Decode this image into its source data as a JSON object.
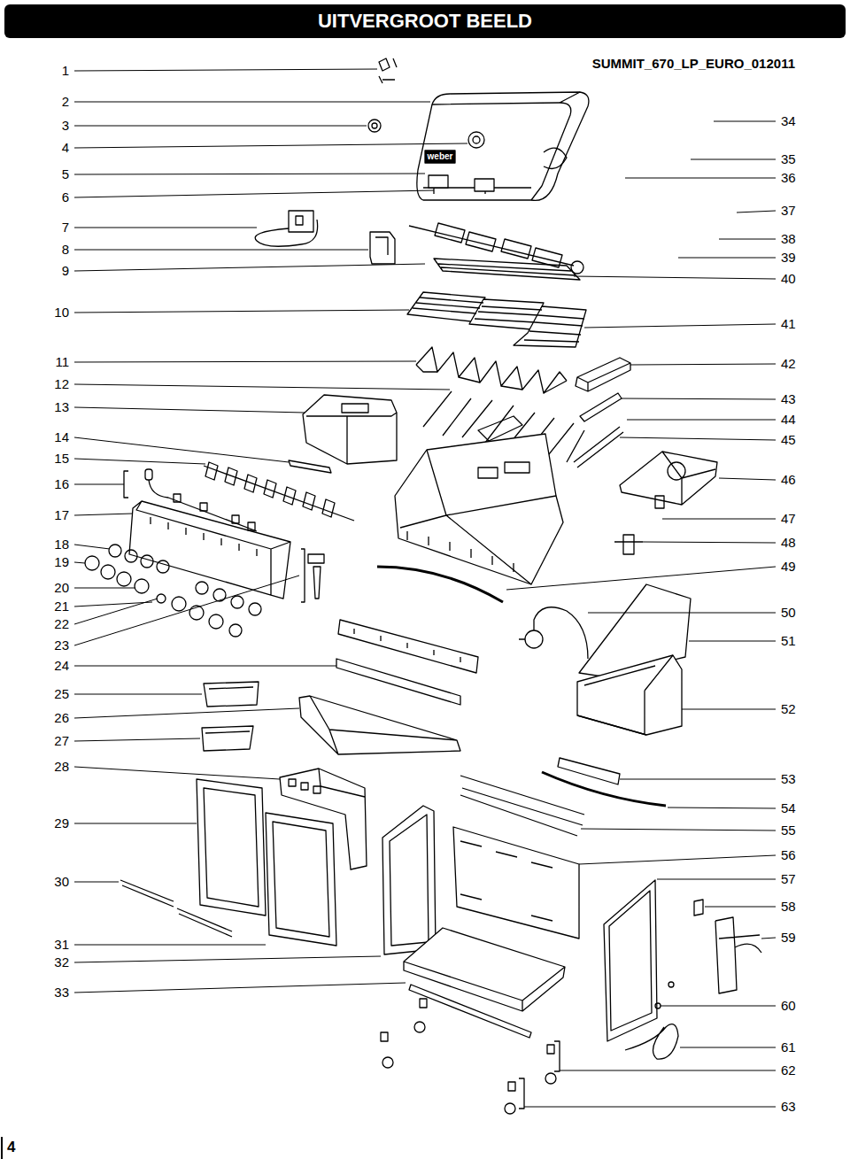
{
  "diagram": {
    "title": "UITVERGROOT BEELD",
    "labels": [
      "SUMMIT_670_LP_EURO_012011",
      "1",
      "2",
      "3",
      "4",
      "5",
      "6",
      "7",
      "8",
      "9",
      "10",
      "11",
      "12",
      "13",
      "14",
      "15",
      "16",
      "17",
      "18",
      "19",
      "20",
      "21",
      "22",
      "23",
      "24",
      "25",
      "26",
      "27",
      "28",
      "29",
      "30",
      "31",
      "32",
      "33",
      "34",
      "35",
      "36",
      "37",
      "38",
      "39",
      "40",
      "41",
      "42",
      "43",
      "44",
      "45",
      "46",
      "47",
      "48",
      "49",
      "50",
      "51",
      "52",
      "53",
      "54",
      "55",
      "56",
      "57",
      "58",
      "59",
      "60",
      "61",
      "62",
      "63",
      "weber",
      "4"
    ]
  }
}
